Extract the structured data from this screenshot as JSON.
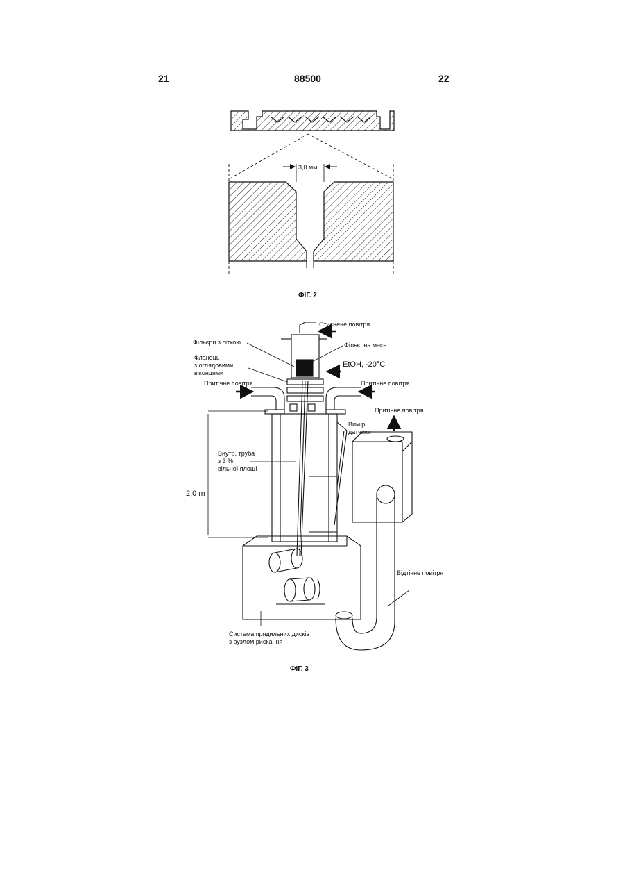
{
  "header": {
    "left_page": "21",
    "patent_number": "88500",
    "right_page": "22"
  },
  "fig2": {
    "dimension": "3,0 мм",
    "caption": "ФІГ. 2"
  },
  "fig3": {
    "labels": {
      "compressed_air": "Стиснене повітря",
      "filter_mesh": "Фільєри з сіткою",
      "spinneret_mass": "Фільєрна маса",
      "flange_1": "Фланець",
      "flange_2": "з оглядовими",
      "flange_3": "віконцями",
      "etoh": "EtOH, -20°C",
      "supply_air_left": "Притічне повітря",
      "supply_air_right": "Притічне повітря",
      "supply_air_top": "Притічне повітря",
      "sensors_1": "Вимір.",
      "sensors_2": "датчики",
      "inner_tube_1": "Внутр. труба",
      "inner_tube_2": "з 3 %",
      "inner_tube_3": "вільної площі",
      "height": "2,0 m",
      "exhaust_air": "Відтічне повітря",
      "system_1": "Система прядильних дисків",
      "system_2": "з вузлом рискання"
    },
    "caption": "ФІГ. 3"
  }
}
